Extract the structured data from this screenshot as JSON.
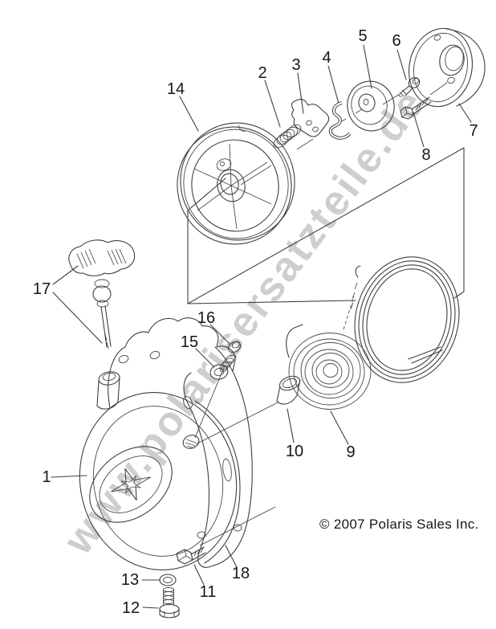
{
  "diagram": {
    "watermark": "www.polarisersatzteile.de",
    "copyright": "© 2007 Polaris Sales Inc.",
    "callouts": [
      "1",
      "2",
      "3",
      "4",
      "5",
      "6",
      "7",
      "8",
      "9",
      "10",
      "11",
      "12",
      "13",
      "14",
      "15",
      "16",
      "17",
      "18"
    ],
    "colors": {
      "line": "#3f3f3f",
      "label": "#161616",
      "watermark": "#c6c6c6"
    }
  }
}
